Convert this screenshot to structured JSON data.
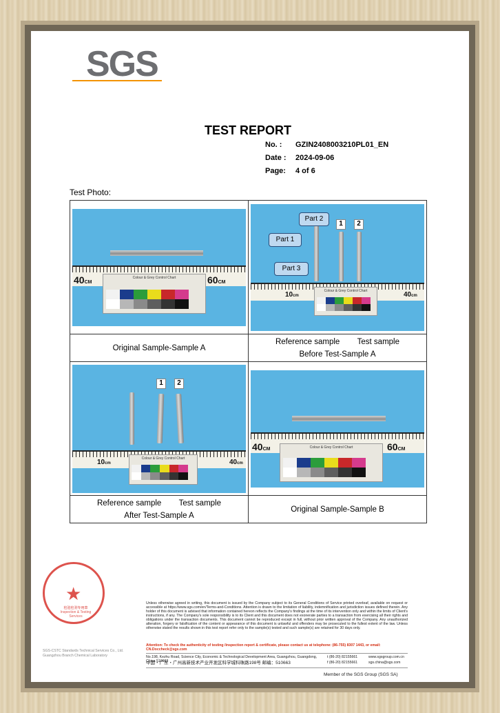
{
  "header": {
    "logo_text": "SGS",
    "title": "TEST REPORT",
    "no_label": "No.  :",
    "no_value": "GZIN2408003210PL01_EN",
    "date_label": "Date :",
    "date_value": "2024-09-06",
    "page_label": "Page:",
    "page_value": "4 of  6"
  },
  "test_photo_label": "Test Photo:",
  "photos": [
    {
      "caption_line1": "Original Sample-Sample A",
      "caption_line2": "",
      "ruler_left": "40",
      "ruler_right": "60",
      "unit": "CM"
    },
    {
      "caption_line1": "Reference sample        Test sample",
      "caption_line2": "Before Test-Sample A",
      "ruler_left": "10",
      "ruler_right": "40",
      "unit": "cm",
      "callouts": [
        "Part 2",
        "Part 1",
        "Part 3"
      ],
      "tags": [
        "1",
        "2"
      ]
    },
    {
      "caption_line1": "Reference sample        Test sample",
      "caption_line2": "After Test-Sample A",
      "ruler_left": "10",
      "ruler_right": "40",
      "unit": "cm",
      "tags": [
        "1",
        "2"
      ]
    },
    {
      "caption_line1": "Original Sample-Sample B",
      "caption_line2": "",
      "ruler_left": "40",
      "ruler_right": "60",
      "unit": "CM"
    }
  ],
  "chart_title": "Colour & Grey Control Chart",
  "swatches_top": [
    "#f2f2f2",
    "#1a3c8c",
    "#2b9d3b",
    "#e9dc1c",
    "#c8282a",
    "#d53b8d"
  ],
  "swatches_bottom": [
    "#ffffff",
    "#b7b7b7",
    "#8a8a8a",
    "#5e5e5e",
    "#333333",
    "#111111"
  ],
  "footer": {
    "disclaimer": "Unless otherwise agreed in writing, this document is issued by the Company subject to its General Conditions of Service printed overleaf, available on request or accessible at https://www.sgs.com/en/Terms-and-Conditions. Attention is drawn to the limitation of liability, indemnification and jurisdiction issues defined therein. Any holder of this document is advised that information contained hereon reflects the Company's findings at the time of its intervention only and within the limits of Client's instructions, if any. The Company's sole responsibility is to its Client and this document does not exonerate parties to a transaction from exercising all their rights and obligations under the transaction documents. This document cannot be reproduced except in full, without prior written approval of the Company. Any unauthorized alteration, forgery or falsification of the content or appearance of this document is unlawful and offenders may be prosecuted to the fullest extent of the law. Unless otherwise stated the results shown in this test report refer only to the sample(s) tested and such sample(s) are retained for 30 days only.",
    "attention": "Attention: To check the authenticity of testing /inspection report & certificate, please contact us at telephone: (86-755) 8307 1443, or email: CN.Doccheck@sgs.com",
    "address_en": "No.198, Kezhu Road, Science City, Economic & Technological Development Area, Guangzhou, Guangdong, China  510663",
    "address_cn": "中国・广东・广州高新技术产业开发区科学城科珠路198号                 邮编：510663",
    "tel1": "t (86-20) 82155661",
    "tel2": "f (86-20) 82155661",
    "web": "www.sgsgroup.com.cn",
    "email": "sgs.china@sgs.com",
    "stamp_text_cn": "检验检测专用章",
    "stamp_text_en": "Inspection & Testing Services",
    "lab_line1": "SGS-CSTC Standards Technical Services Co., Ltd.",
    "lab_line2": "Guangzhou Branch Chemical Laboratory",
    "member": "Member of the SGS Group (SGS SA)"
  }
}
